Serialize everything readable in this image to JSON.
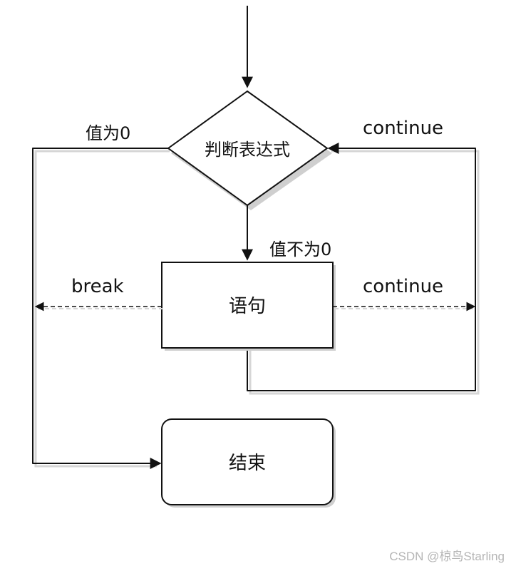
{
  "flowchart": {
    "condition": "判断表达式",
    "statement": "语句",
    "end": "结束",
    "edge_zero": "值为0",
    "edge_nonzero": "值不为0",
    "edge_break": "break",
    "edge_continue_top": "continue",
    "edge_continue_mid": "continue"
  },
  "watermark": "CSDN @椋鸟Starling"
}
